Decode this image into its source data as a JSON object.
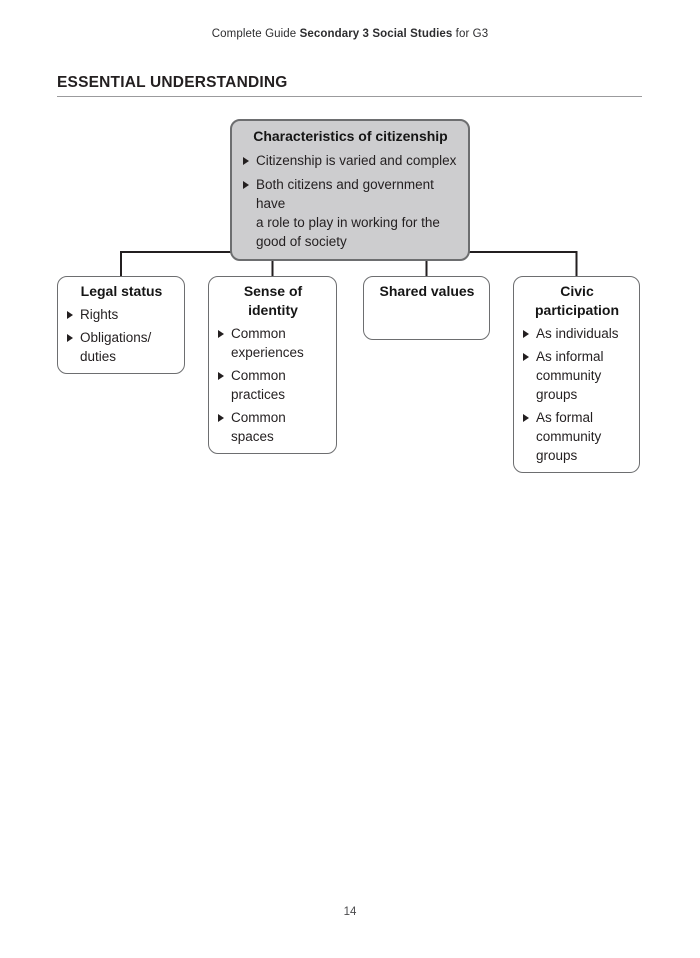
{
  "header": {
    "prefix": "Complete Guide ",
    "title_bold": "Secondary 3 Social Studies",
    "suffix": " for G3"
  },
  "section_title": "ESSENTIAL UNDERSTANDING",
  "page_number": "14",
  "colors": {
    "root_box_fill": "#cdcdcf",
    "root_box_border": "#6d6e70",
    "child_box_border": "#6d6e70",
    "connector_line": "#231f20",
    "text": "#231f20"
  },
  "icons": {
    "bullet": "bullet-triangle-icon"
  },
  "diagram": {
    "root": {
      "title": "Characteristics of citizenship",
      "bullets": [
        "Citizenship is varied and complex",
        "Both citizens and government have\na role to play in working for the\ngood of society"
      ]
    },
    "children": [
      {
        "title": "Legal status",
        "bullets": [
          "Rights",
          "Obligations/\nduties"
        ]
      },
      {
        "title": "Sense of\nidentity",
        "bullets": [
          "Common\nexperiences",
          "Common\npractices",
          "Common spaces"
        ]
      },
      {
        "title": "Shared values",
        "bullets": []
      },
      {
        "title": "Civic\nparticipation",
        "bullets": [
          "As individuals",
          "As informal\ncommunity\ngroups",
          "As formal\ncommunity\ngroups"
        ]
      }
    ]
  }
}
